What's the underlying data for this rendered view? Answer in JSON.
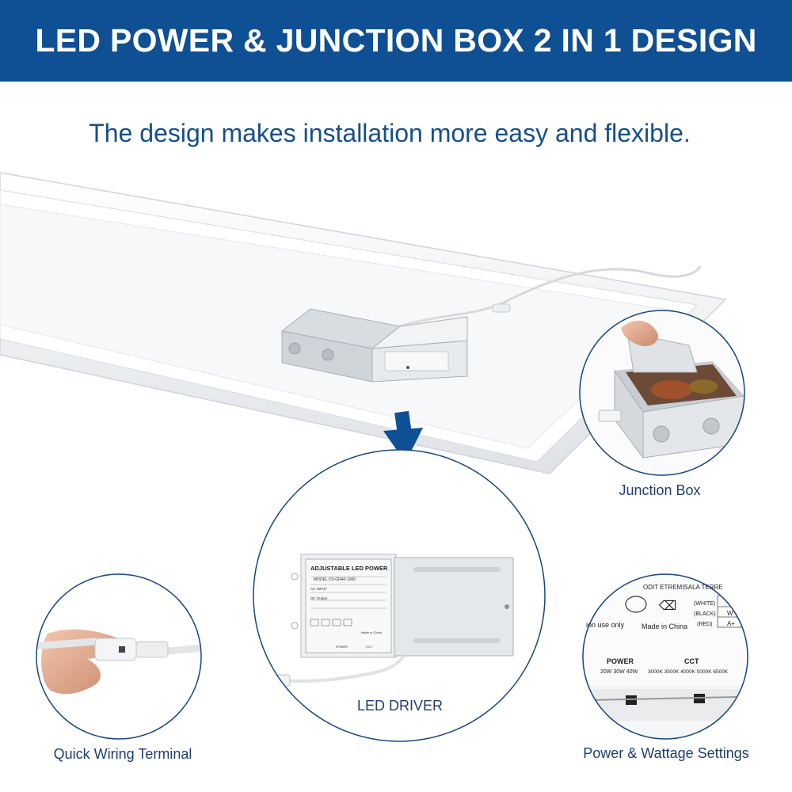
{
  "header": {
    "title": "LED POWER & JUNCTION BOX 2 IN 1 DESIGN"
  },
  "subtitle": "The design makes installation more easy and flexible.",
  "callouts": {
    "junction_box": "Junction Box",
    "quick_wiring": "Quick Wiring Terminal",
    "led_driver": "LED DRIVER",
    "power_settings": "Power & Wattage Settings"
  },
  "driver_label": {
    "title": "ADJUSTABLE LED POWER",
    "model": "MODEL:ZS-GN40-1000",
    "ac_input": "AC INPUT",
    "dc_output": "DC Output",
    "made_in": "Made in China",
    "power": "POWER",
    "cct": "CCT"
  },
  "settings_panel": {
    "top_text": "ODIT ETREMISALA TERRE",
    "white": "(WHITE)",
    "black": "(BLACK)",
    "red": "(RED)",
    "use_only": "ion use only",
    "made_in": "Made in China",
    "power_label": "POWER",
    "power_values": "20W 30W 40W",
    "cct_label": "CCT",
    "cct_values": "3000K 3500K 4000K 5000K 6500K",
    "w_mark": "W",
    "a_mark": "A+"
  },
  "colors": {
    "banner": "#0f4f93",
    "subtitle": "#174f87",
    "caption": "#1e3f6e",
    "arrow": "#0f4f93"
  }
}
